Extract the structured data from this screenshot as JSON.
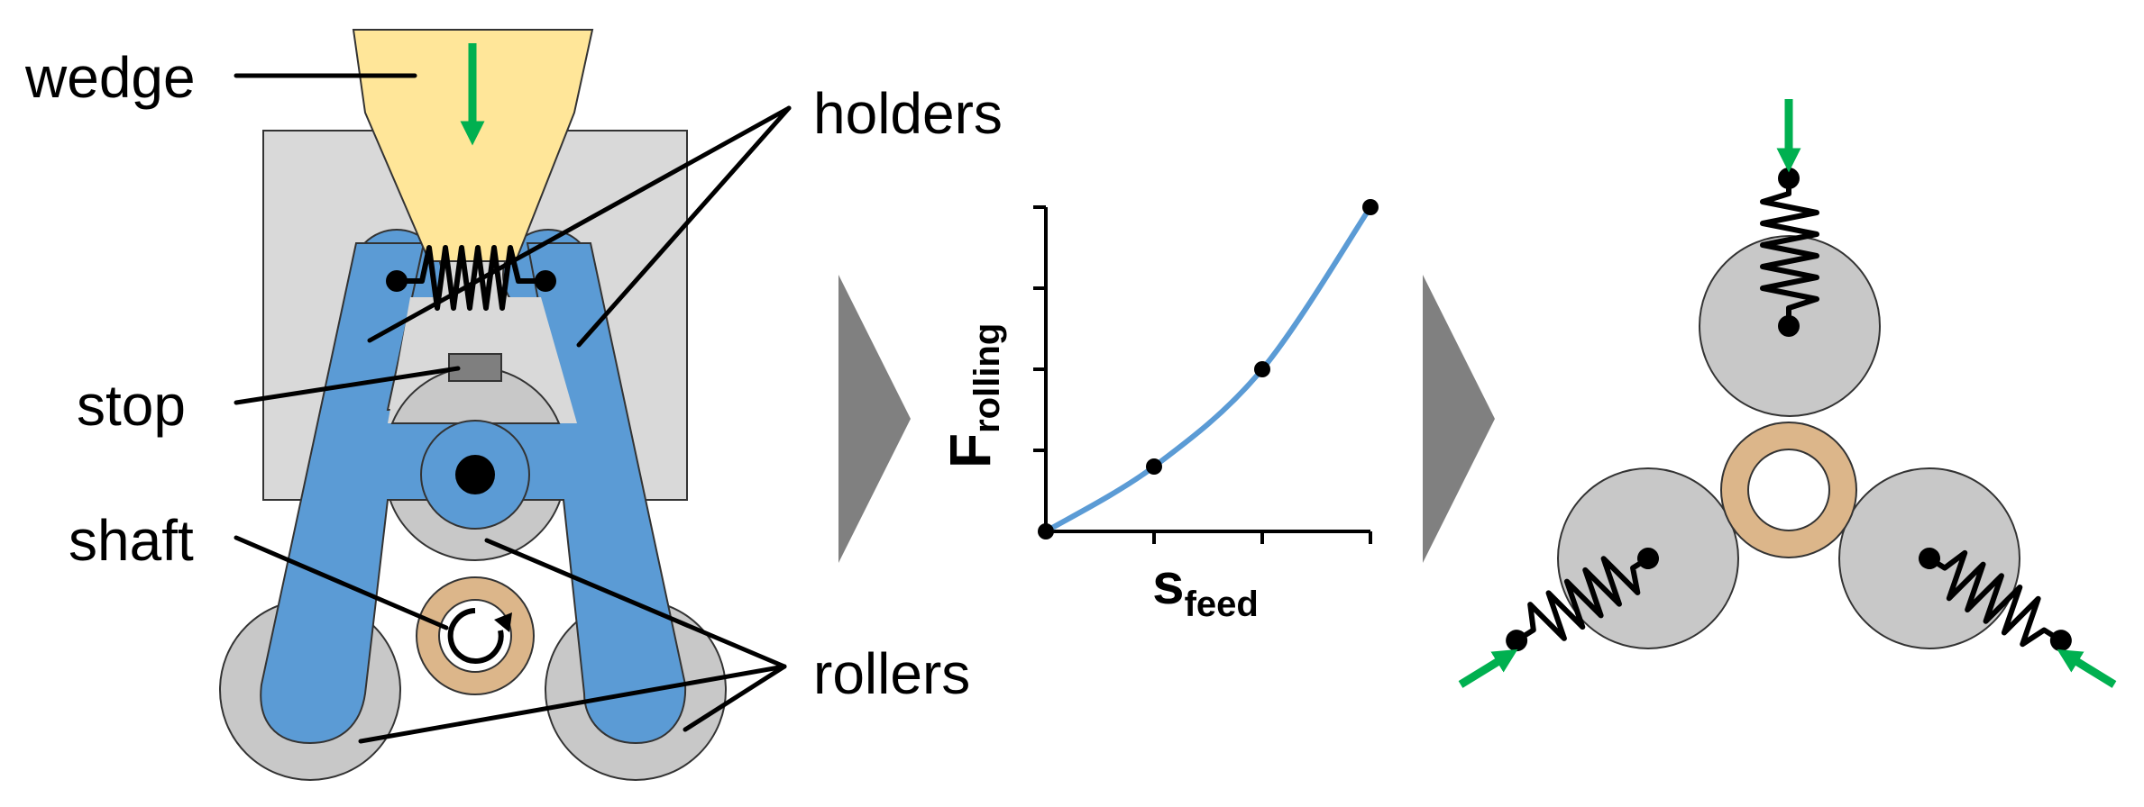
{
  "labels": {
    "wedge": "wedge",
    "holders": "holders",
    "stop": "stop",
    "shaft": "shaft",
    "rollers": "rollers"
  },
  "graph": {
    "y_label": "F",
    "y_label_sub": "rolling",
    "x_label": "s",
    "x_label_sub": "feed"
  },
  "chart_data": {
    "type": "line",
    "x": [
      0,
      1,
      2,
      3
    ],
    "y": [
      0,
      0.8,
      2.0,
      4.0
    ],
    "xlim": [
      0,
      3
    ],
    "ylim": [
      0,
      4
    ],
    "grid": false
  },
  "colors": {
    "holder_blue": "#5b9bd5",
    "wedge_yellow": "#ffe699",
    "ring_tan": "#dcb68a",
    "roller_gray": "#c8c8c8",
    "frame_gray": "#d9d9d9",
    "arrow_green": "#00b050",
    "curve_blue": "#5b9bd5",
    "chevron_gray": "#808080"
  }
}
